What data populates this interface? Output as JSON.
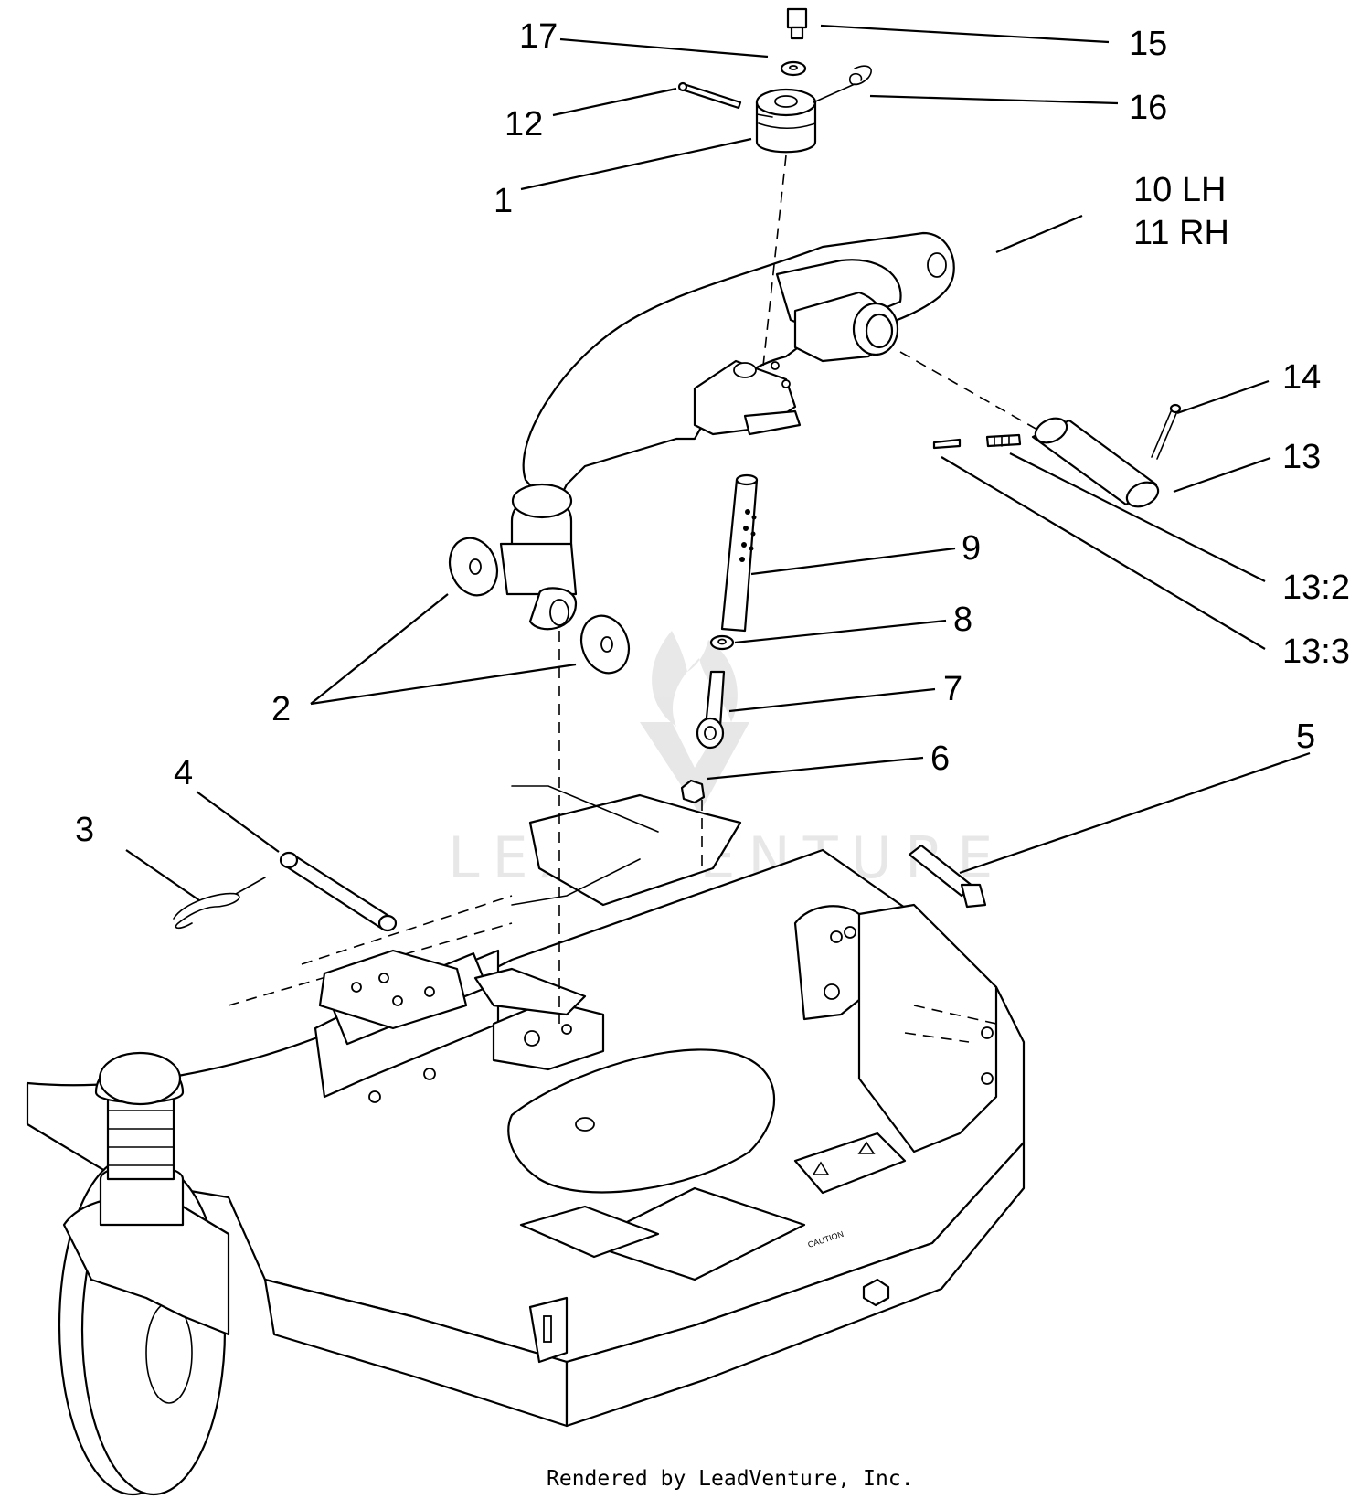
{
  "callouts": {
    "c1": "1",
    "c2": "2",
    "c3": "3",
    "c4": "4",
    "c5": "5",
    "c6": "6",
    "c7": "7",
    "c8": "8",
    "c9": "9",
    "c10": "10 LH",
    "c11": "11 RH",
    "c12": "12",
    "c13": "13",
    "c13_2": "13:2",
    "c13_3": "13:3",
    "c14": "14",
    "c15": "15",
    "c16": "16",
    "c17": "17"
  },
  "watermark": "LEADVENTURE",
  "footer": "Rendered by LeadVenture, Inc."
}
